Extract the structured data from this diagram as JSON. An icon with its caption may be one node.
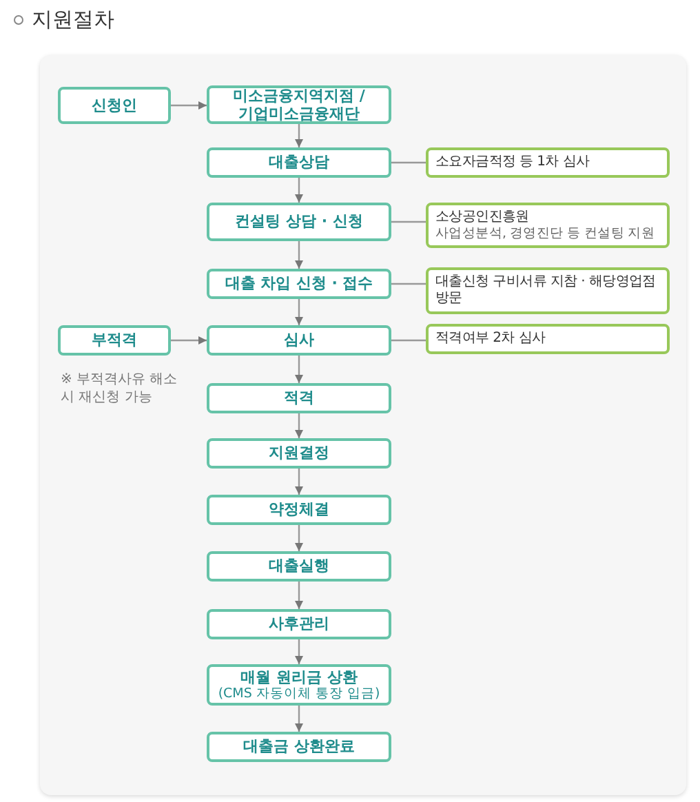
{
  "diagram": {
    "title": "지원절차",
    "nodes": [
      {
        "text": [
          "신청인"
        ]
      },
      {
        "text": [
          "미소금융지역지점 /기업미소금융재단"
        ]
      },
      {
        "text": [
          "대출상담"
        ]
      },
      {
        "text": [
          "소요자금적정 등 1차 심사"
        ]
      },
      {
        "text": [
          "컨설팅 상담 · 신청"
        ]
      },
      {
        "text": [
          "소상공인진흥원",
          "사업성분석, 경영진단 등 컨설팅 지원"
        ]
      },
      {
        "text": [
          "대출 차입 신청 · 접수"
        ]
      },
      {
        "text": [
          "대출신청 구비서류 지참 · 해당영업점 방문"
        ]
      },
      {
        "text": [
          "부적격"
        ],
        "beside": [
          "※ 부적격사유 해소 시 재신청 가능"
        ]
      },
      {
        "text": [
          "심사"
        ]
      },
      {
        "text": [
          "적격여부 2차 심사"
        ]
      },
      {
        "text": [
          "적격"
        ]
      },
      {
        "text": [
          "지원결정"
        ]
      },
      {
        "text": [
          "약정체결"
        ]
      },
      {
        "text": [
          "대출실행"
        ]
      },
      {
        "text": [
          "사후관리"
        ]
      },
      {
        "text": [
          "매월 원리금 상환",
          "(CMS 자동이체 통장 입금)"
        ]
      },
      {
        "text": [
          "대출금 상환완료"
        ]
      }
    ],
    "edges": [
      {
        "from": 0,
        "to": 1,
        "arrow": "to"
      },
      {
        "from": 1,
        "to": 2,
        "arrow": "to"
      },
      {
        "from": 2,
        "to": 3,
        "arrow": "none"
      },
      {
        "from": 2,
        "to": 4,
        "arrow": "to"
      },
      {
        "from": 4,
        "to": 5,
        "arrow": "none"
      },
      {
        "from": 4,
        "to": 6,
        "arrow": "to"
      },
      {
        "from": 6,
        "to": 7,
        "arrow": "none"
      },
      {
        "from": 8,
        "to": 9,
        "arrow": "to"
      },
      {
        "from": 6,
        "to": 9,
        "arrow": "to"
      },
      {
        "from": 9,
        "to": 10,
        "arrow": "none"
      },
      {
        "from": 9,
        "to": 11,
        "arrow": "to"
      },
      {
        "from": 11,
        "to": 12,
        "arrow": "to"
      },
      {
        "from": 12,
        "to": 13,
        "arrow": "to"
      },
      {
        "from": 13,
        "to": 14,
        "arrow": "to"
      },
      {
        "from": 14,
        "to": 15,
        "arrow": "to"
      },
      {
        "from": 15,
        "to": 16,
        "arrow": "to"
      },
      {
        "from": 16,
        "to": 17,
        "arrow": "to"
      }
    ]
  }
}
